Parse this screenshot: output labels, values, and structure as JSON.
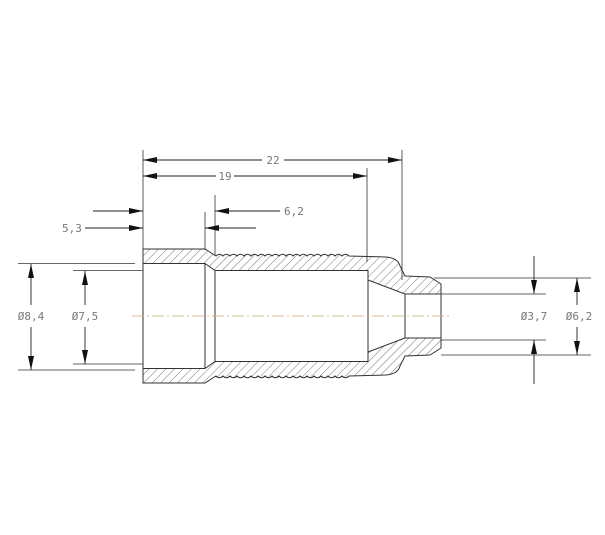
{
  "drawing": {
    "type": "sectional view with dimensions",
    "colors": {
      "outline": "#333333",
      "hatch": "#555555",
      "centerline": "#c8b070",
      "text": "#777777"
    },
    "dimensions": {
      "overall_length": "22",
      "bore_length": "19",
      "step_offset": "6,2",
      "counterbore_length": "5,3",
      "outer_diameter_left": "Ø8,4",
      "bore_diameter": "Ø7,5",
      "tip_bore_diameter": "Ø3,7",
      "tip_outer_diameter": "Ø6,2"
    }
  }
}
